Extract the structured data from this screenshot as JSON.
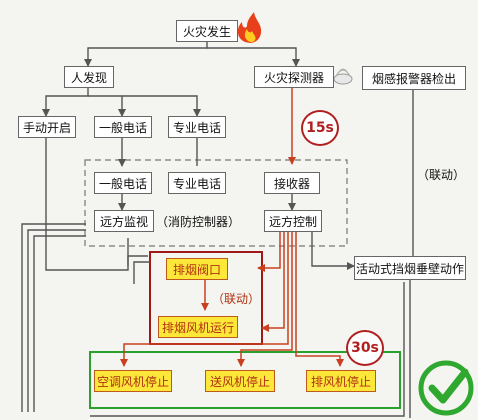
{
  "nodes": {
    "fire_occurs": "火灾发生",
    "human_discovery": "人发现",
    "fire_detector": "火灾探测器",
    "smoke_alarm": "烟感报警器检出",
    "manual_start": "手动开启",
    "general_phone_top": "一般电话",
    "special_phone_top": "专业电话",
    "general_phone_inner": "一般电话",
    "special_phone_inner": "专业电话",
    "receiver": "接收器",
    "remote_monitor": "远方监视",
    "fire_controller": "（消防控制器）",
    "remote_control": "远方控制",
    "smoke_damper": "排烟阀口",
    "exhaust_fan_run": "排烟风机运行",
    "smoke_barrier": "活动式挡烟垂壁动作",
    "ac_stop": "空调风机停止",
    "supply_fan_stop": "送风机停止",
    "exhaust_fan_stop": "排风机停止"
  },
  "labels": {
    "linkage_right": "（联动）",
    "linkage_inner": "（联动）"
  },
  "badges": {
    "time_15s": "15s",
    "time_30s": "30s"
  },
  "colors": {
    "line": "#555555",
    "red_line": "#c84020",
    "orange_line": "#e07030",
    "dark_red_frame": "#a01818",
    "green_frame": "#2ca02c",
    "yellow_fill": "#fde83a",
    "check_green": "#2ea82e"
  },
  "icons": {
    "fire": "fire-icon",
    "smoke_detector": "smoke-detector-icon",
    "check": "check-mark-icon"
  }
}
